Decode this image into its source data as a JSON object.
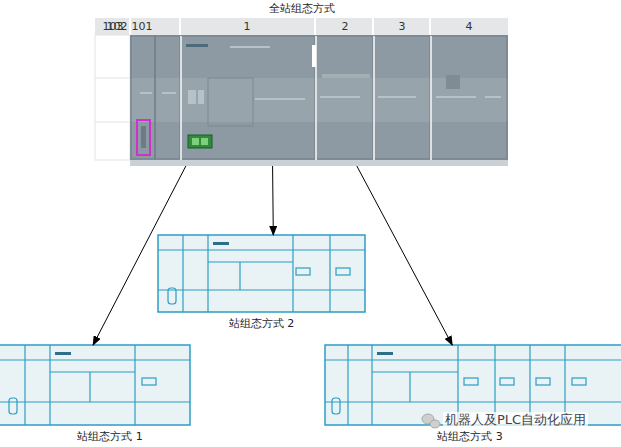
{
  "diagram": {
    "nodes": [
      {
        "text": [
          "全站组态方式"
        ]
      },
      {
        "text": [
          "站组态方式 2"
        ]
      },
      {
        "text": [
          "站组态方式 1"
        ]
      },
      {
        "text": [
          "站组态方式 3"
        ]
      }
    ],
    "edges": [
      {
        "from": 0,
        "to": 1,
        "arrow": "to"
      },
      {
        "from": 0,
        "to": 2,
        "arrow": "to"
      },
      {
        "from": 0,
        "to": 3,
        "arrow": "to"
      }
    ],
    "labels": [
      "103",
      "102",
      "101",
      "1",
      "2",
      "3",
      "4",
      "机器人及PLC自动化应用"
    ]
  }
}
